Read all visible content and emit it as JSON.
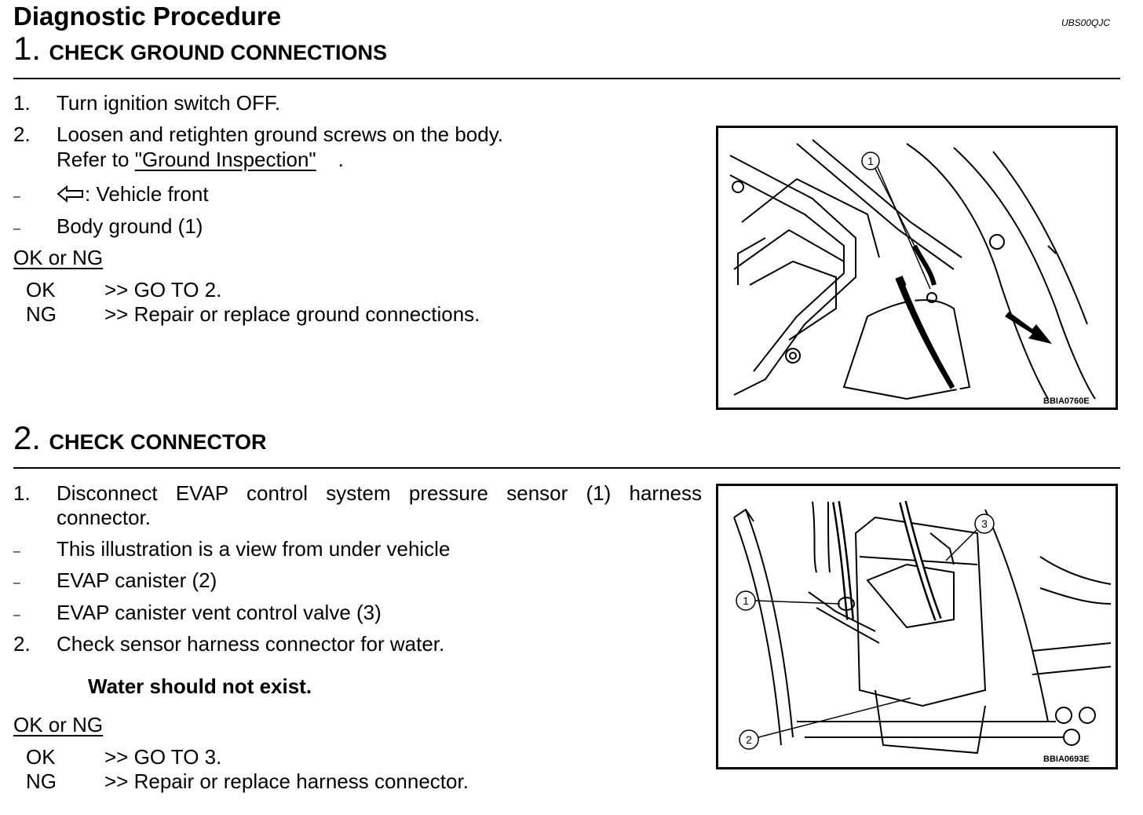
{
  "header": {
    "title": "Diagnostic Procedure",
    "doc_id": "UBS00QJC"
  },
  "step1": {
    "number": "1.",
    "title": "CHECK GROUND CONNECTIONS",
    "items": [
      {
        "marker": "1.",
        "text": "Turn ignition switch OFF."
      },
      {
        "marker": "2.",
        "text": "Loosen and retighten ground screws on the body."
      },
      {
        "marker": "",
        "text_prefix": "Refer to ",
        "link": "\"Ground Inspection\"",
        "text_suffix": "."
      },
      {
        "marker": "–",
        "arrow_label": ": Vehicle front"
      },
      {
        "marker": "–",
        "text": "Body ground (1)"
      }
    ],
    "ok_ng_label": "OK or NG",
    "ok": {
      "label": "OK",
      "action": ">> GO TO 2."
    },
    "ng": {
      "label": "NG",
      "action": ">> Repair or replace ground connections."
    },
    "figure": {
      "code": "BBIA0760E",
      "callouts": [
        "1"
      ]
    }
  },
  "step2": {
    "number": "2.",
    "title": "CHECK CONNECTOR",
    "items": [
      {
        "marker": "1.",
        "text": "Disconnect EVAP control system pressure sensor (1) harness"
      },
      {
        "marker": "",
        "text": "connector."
      },
      {
        "marker": "–",
        "text": "This illustration is a view from under vehicle"
      },
      {
        "marker": "–",
        "text": "EVAP canister (2)"
      },
      {
        "marker": "–",
        "text": "EVAP canister vent control valve (3)"
      },
      {
        "marker": "2.",
        "text": "Check sensor harness connector for water."
      }
    ],
    "spec": "Water should not exist.",
    "ok_ng_label": "OK or NG",
    "ok": {
      "label": "OK",
      "action": ">> GO TO 3."
    },
    "ng": {
      "label": "NG",
      "action": ">> Repair or replace harness connector."
    },
    "figure": {
      "code": "BBIA0693E",
      "callouts": [
        "1",
        "2",
        "3"
      ]
    }
  }
}
